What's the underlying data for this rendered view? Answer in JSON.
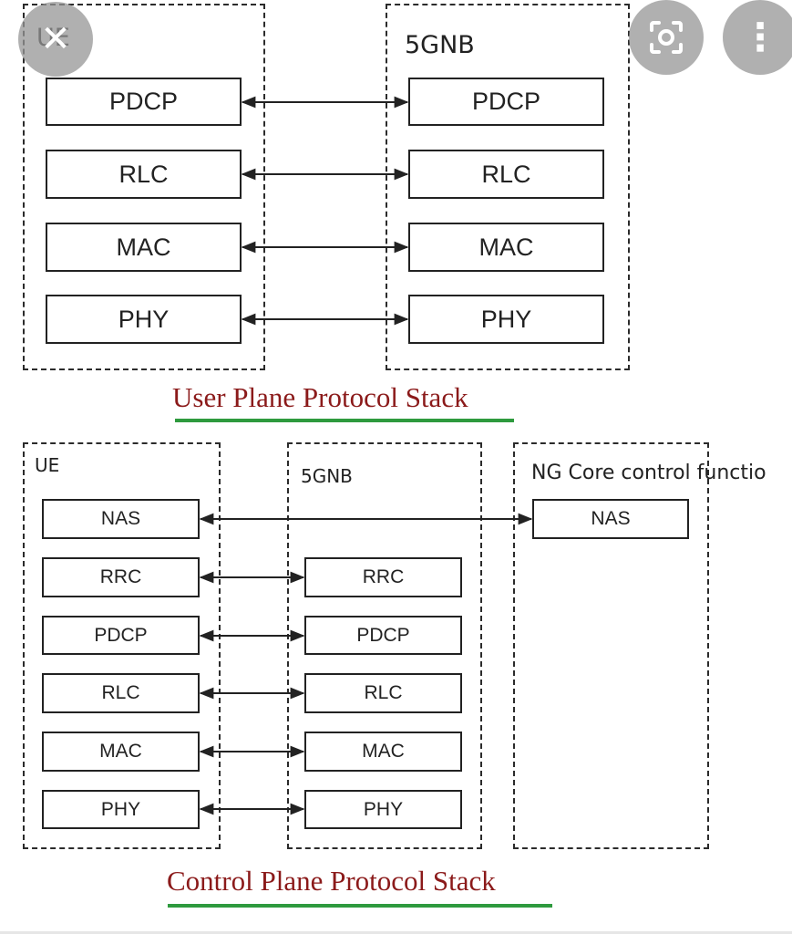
{
  "overlay": {
    "close_glyph": "✕",
    "lens_glyph": "⌖",
    "more_glyph": "⋮"
  },
  "user_plane": {
    "caption": "User Plane Protocol Stack",
    "ue_label": "UE",
    "gnb_label": "5GNB",
    "ue_layers": [
      "PDCP",
      "RLC",
      "MAC",
      "PHY"
    ],
    "gnb_layers": [
      "PDCP",
      "RLC",
      "MAC",
      "PHY"
    ]
  },
  "control_plane": {
    "caption": "Control Plane Protocol Stack",
    "ue_label": "UE",
    "gnb_label": "5GNB",
    "core_label": "NG Core control functio",
    "ue_layers": [
      "NAS",
      "RRC",
      "PDCP",
      "RLC",
      "MAC",
      "PHY"
    ],
    "gnb_layers": [
      "RRC",
      "PDCP",
      "RLC",
      "MAC",
      "PHY"
    ],
    "core_layers": [
      "NAS"
    ]
  },
  "colors": {
    "caption": "#8b1a1a",
    "underline": "#2e9a3e",
    "line": "#222222"
  }
}
